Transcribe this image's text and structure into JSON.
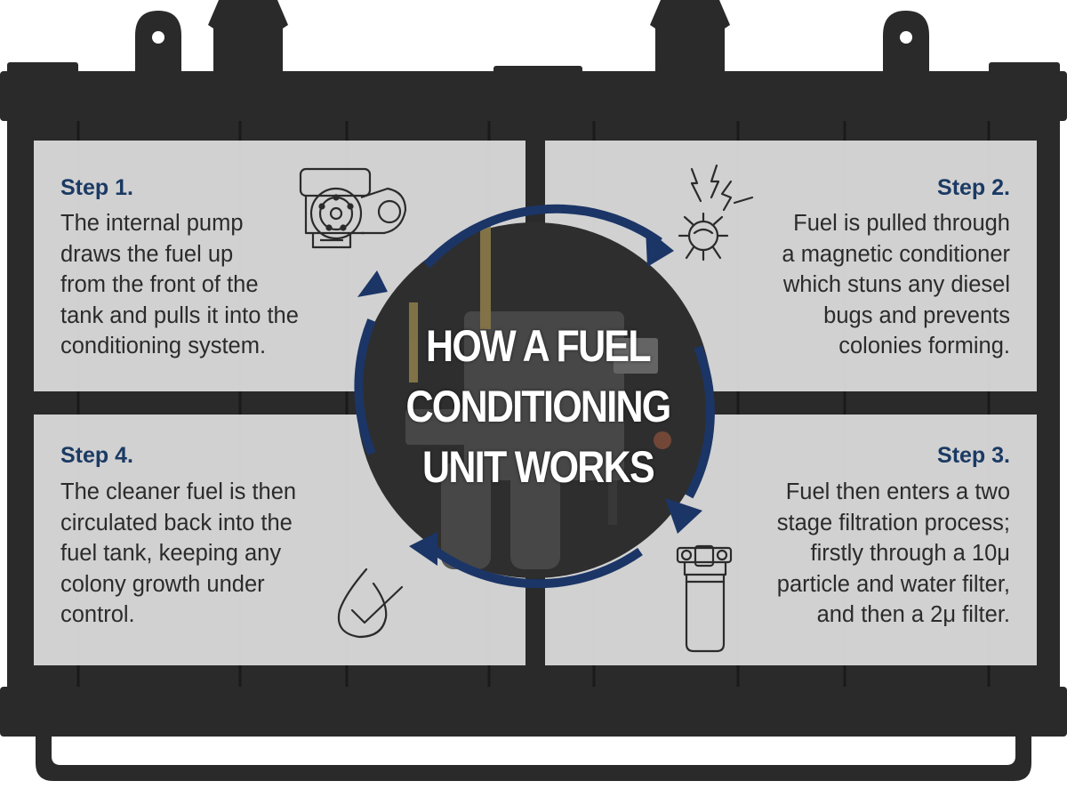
{
  "title": "HOW A FUEL\nCONDITIONING\nUNIT WORKS",
  "colors": {
    "tank_body": "#2a2a2a",
    "panel_fill": "#d7d7d7",
    "step_heading": "#1b3a64",
    "cycle_arrow": "#1b3566",
    "body_text": "#2b2b2b"
  },
  "steps": [
    {
      "heading": "Step 1.",
      "text": "The internal pump\ndraws the fuel up\nfrom the front of the\ntank and pulls it into the\nconditioning system.",
      "icon": "pump-icon"
    },
    {
      "heading": "Step 2.",
      "text": "Fuel is pulled through\na magnetic conditioner\nwhich stuns any diesel\nbugs and prevents\ncolonies forming.",
      "icon": "magnet-bug-icon"
    },
    {
      "heading": "Step 3.",
      "text": "Fuel then enters a two\nstage filtration process;\nfirstly through a 10μ\nparticle and water filter,\nand then a 2μ filter.",
      "icon": "filter-icon"
    },
    {
      "heading": "Step 4.",
      "text": "The cleaner fuel is then\ncirculated back into the\nfuel tank, keeping any\ncolony growth under\ncontrol.",
      "icon": "droplet-check-icon"
    }
  ]
}
